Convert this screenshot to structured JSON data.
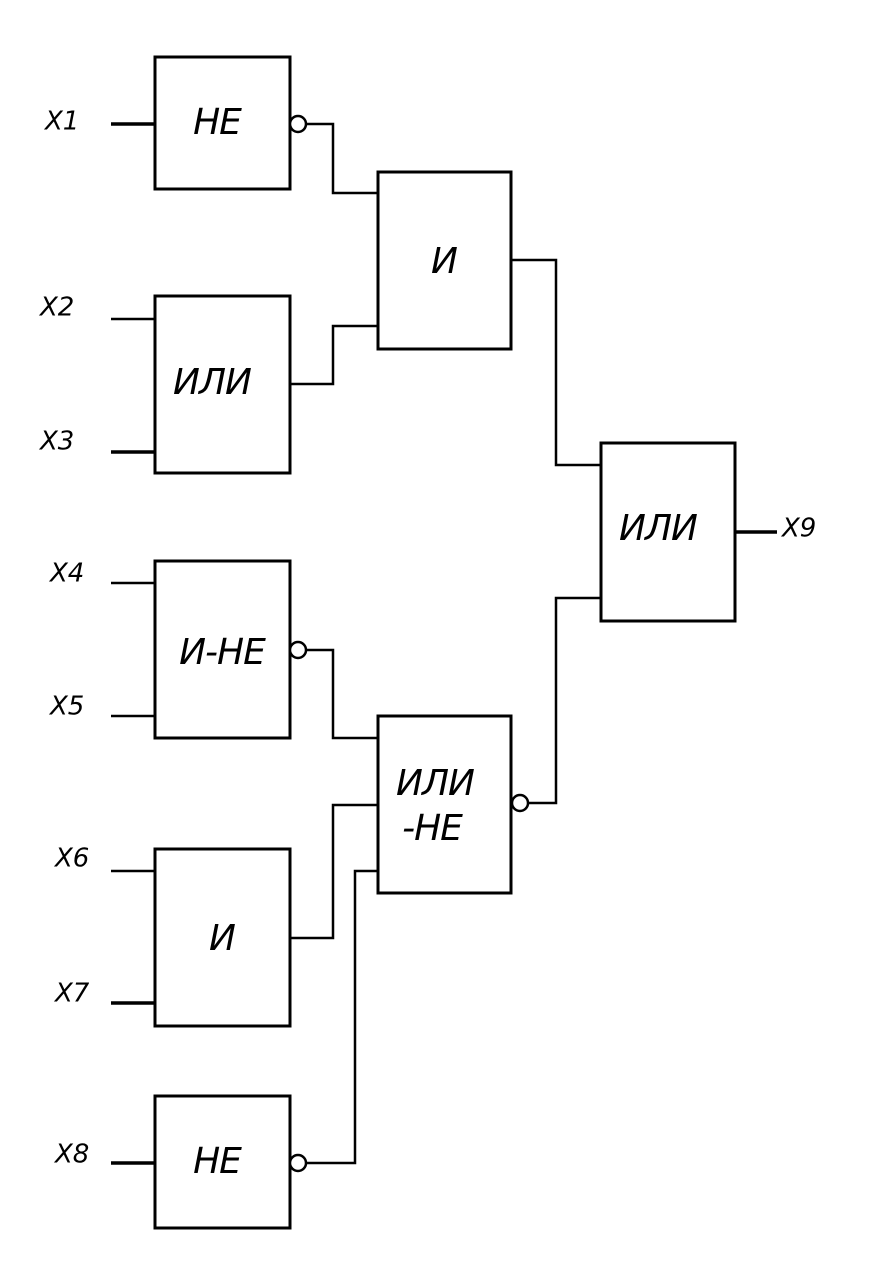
{
  "diagram": {
    "inputs": [
      "X1",
      "X2",
      "X3",
      "X4",
      "X5",
      "X6",
      "X7",
      "X8"
    ],
    "output": "X9",
    "gates": {
      "g1": "НЕ",
      "g2": "ИЛИ",
      "g3": "И-НЕ",
      "g4": "И",
      "g5": "НЕ",
      "g6": "И",
      "g7_line1": "ИЛИ",
      "g7_line2": "-НЕ",
      "g8": "ИЛИ"
    }
  }
}
